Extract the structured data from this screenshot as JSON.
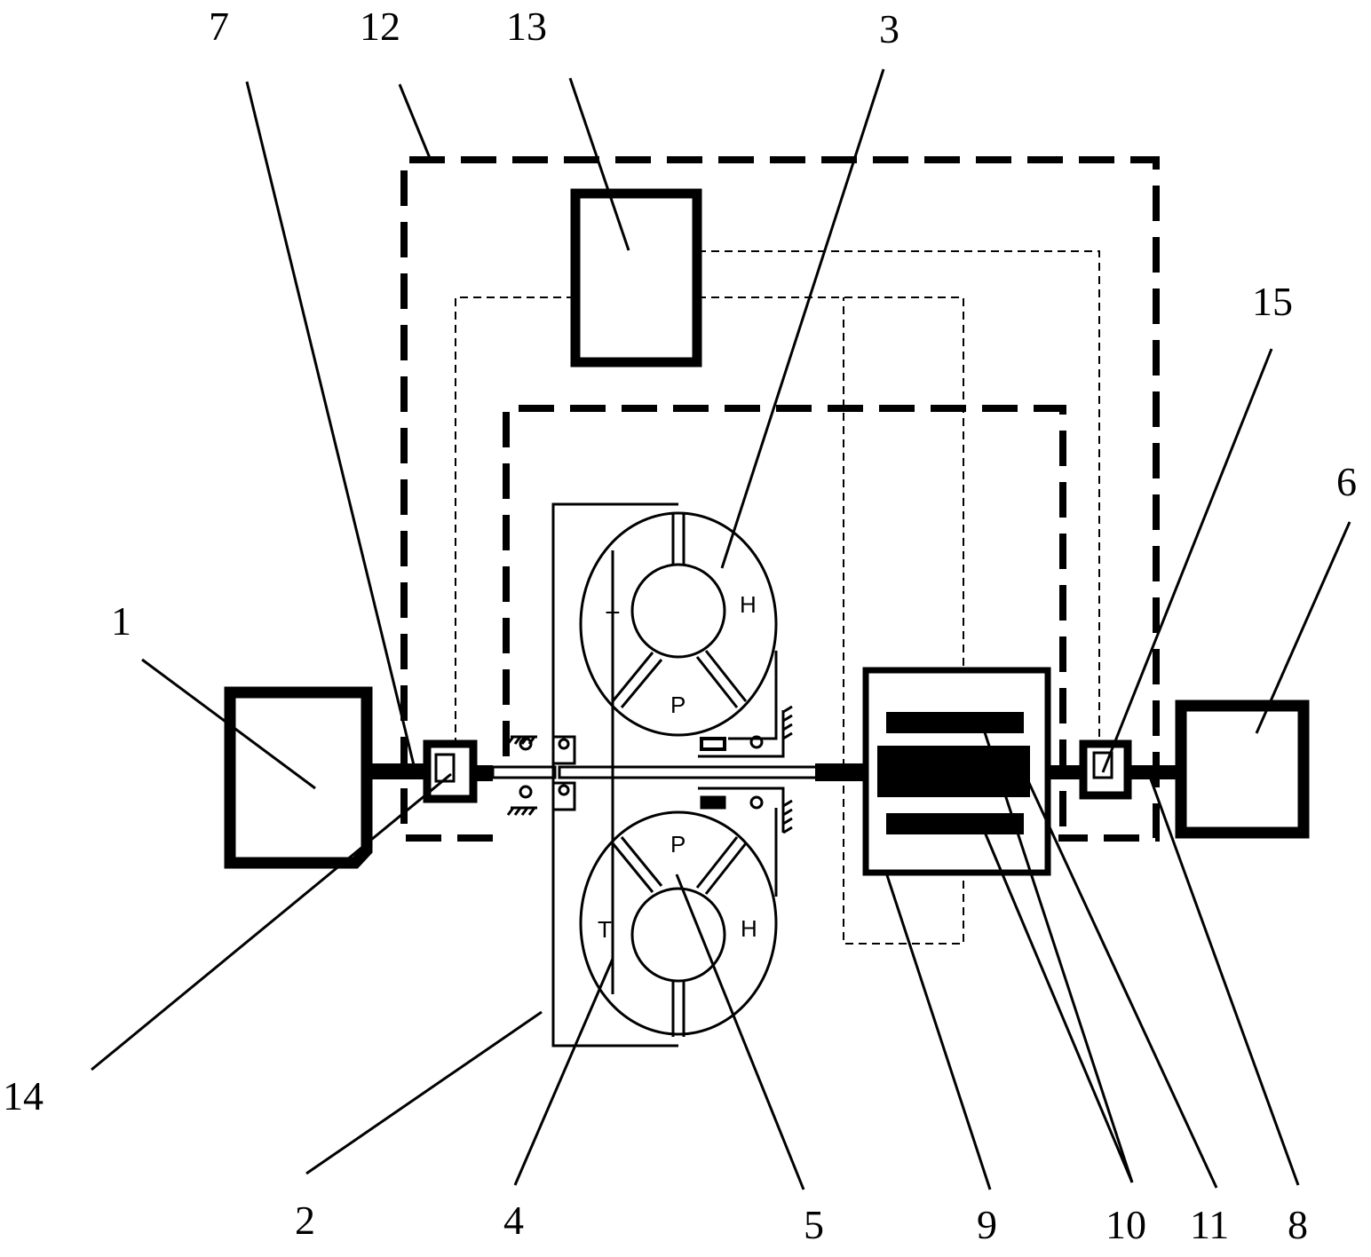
{
  "figure": {
    "reference_numbers": [
      "1",
      "2",
      "3",
      "4",
      "5",
      "6",
      "7",
      "8",
      "9",
      "10",
      "11",
      "12",
      "13",
      "14",
      "15"
    ],
    "converter_letters": {
      "upper": {
        "turbine": "T",
        "pump": "P",
        "reactor": "H"
      },
      "lower": {
        "turbine": "T",
        "pump": "P",
        "reactor": "H"
      }
    }
  },
  "colors": {
    "stroke": "#000000",
    "background": "#ffffff"
  }
}
